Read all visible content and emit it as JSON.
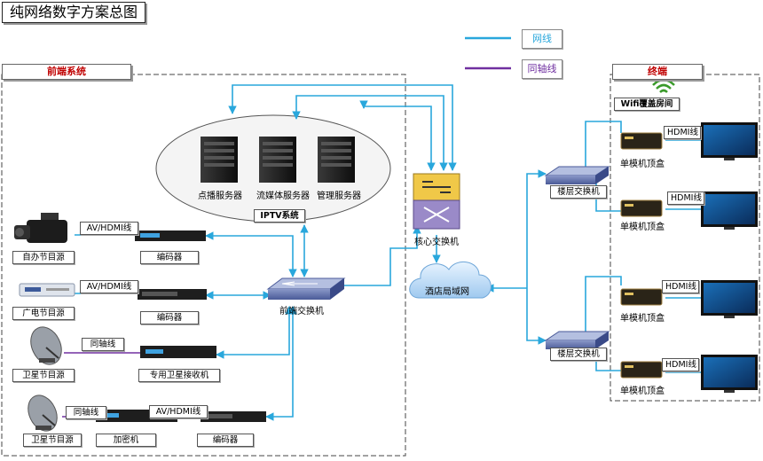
{
  "title": "纯网络数字方案总图",
  "legend": [
    {
      "label": "网线",
      "color": "#29a7dc"
    },
    {
      "label": "同轴线",
      "color": "#7030a0"
    }
  ],
  "colors": {
    "net": "#29a7dc",
    "coax": "#7030a0",
    "region_label": "#c00000"
  },
  "frontend": {
    "title": "前端系统",
    "iptv": {
      "title": "IPTV系统",
      "servers": [
        "点播服务器",
        "流媒体服务器",
        "管理服务器"
      ]
    },
    "sources": [
      {
        "name": "自办节目源",
        "cable": "AV/HDMI线",
        "device": "编码器"
      },
      {
        "name": "广电节目源",
        "cable": "AV/HDMI线",
        "device": "编码器"
      },
      {
        "name": "卫星节目源",
        "cable": "同轴线",
        "device": "专用卫星接收机"
      },
      {
        "name": "卫星节目源",
        "cable": "同轴线",
        "device": "加密机",
        "cable2": "AV/HDMI线",
        "device2": "编码器"
      }
    ],
    "switch": "前端交换机"
  },
  "core": {
    "switch": "核心交换机",
    "lan": "酒店局域网"
  },
  "terminal": {
    "title": "终端",
    "wifi": "Wifi覆盖房间",
    "floor_switch": "楼层交换机",
    "stb": "单模机顶盒",
    "cable": "HDMI线"
  }
}
